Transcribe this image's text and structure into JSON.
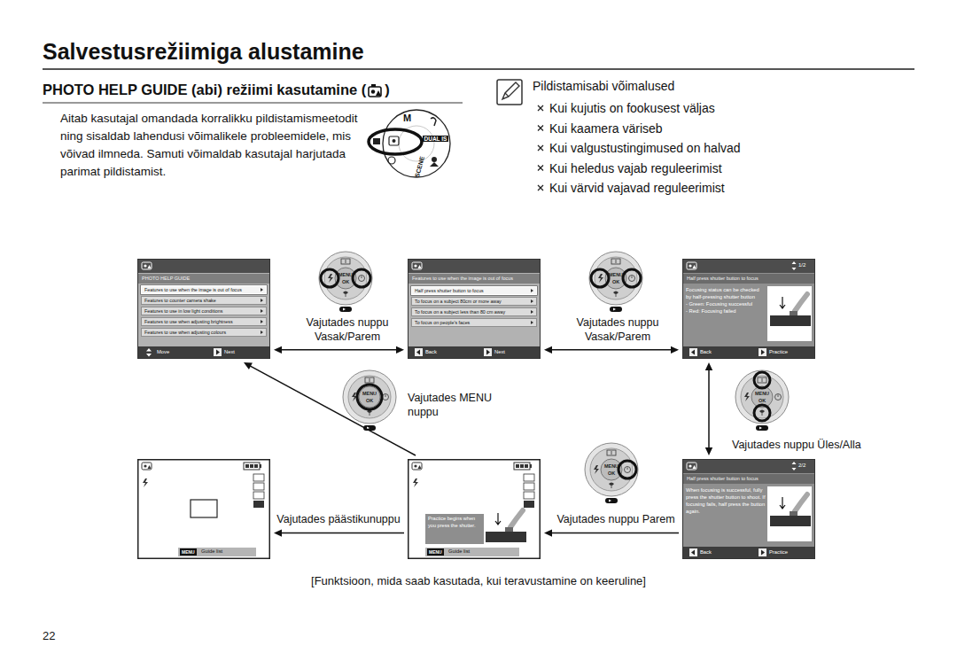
{
  "diagram": {
    "title": "Salvestusrežiimiga alustamine",
    "caption": "[Funktsioon, mida saab kasutada, kui teravustamine on keeruline]",
    "nodes": [
      {
        "text": [
          "PHOTO HELP GUIDE",
          "Features to use when the image is out of focus",
          "Features to counter camera shake",
          "Features to use in low light conditions",
          "Features to use when adjusting brightness",
          "Features to use when adjusting colours",
          "Move",
          "Next"
        ]
      },
      {
        "text": [
          "Features to use when the image is out of focus",
          "Half press shutter button to focus",
          "To focus on a subject 80cm or more away",
          "To focus on a subject less than 80 cm away",
          "To focus on people's faces",
          "Back",
          "Next"
        ]
      },
      {
        "text": [
          "1/2",
          "Half press shutter button to focus",
          "Focusing status can be checked by half-pressing shutter button",
          "- Green: Focusing successful",
          "- Red: Focusing failed",
          "Back",
          "Practice"
        ]
      },
      {
        "text": [
          "2/2",
          "Half press shutter button to focus",
          "When focusing is successful, fully press the shutter button to shoot. If focusing fails, half press the button again.",
          "Back",
          "Practice"
        ]
      },
      {
        "text": [
          "Practice begins when you press the shutter.",
          "MENU",
          "Guide list"
        ]
      },
      {
        "text": [
          "MENU",
          "Guide list"
        ]
      }
    ],
    "edges": [
      {
        "from": 0,
        "to": 1,
        "arrow": "both",
        "label": "Vajutades nuppu Vasak/Parem"
      },
      {
        "from": 1,
        "to": 2,
        "arrow": "both",
        "label": "Vajutades nuppu Vasak/Parem"
      },
      {
        "from": 2,
        "to": 3,
        "arrow": "both",
        "label": "Vajutades nuppu Üles/Alla"
      },
      {
        "from": 3,
        "to": 4,
        "arrow": "to",
        "label": "Vajutades nuppu Parem"
      },
      {
        "from": 4,
        "to": 5,
        "arrow": "to",
        "label": "Vajutades päästikunuppu"
      },
      {
        "from": 4,
        "to": 0,
        "arrow": "to",
        "label": "Vajutades MENU nuppu"
      }
    ],
    "labels": [
      "PHOTO HELP GUIDE (abi) režiimi kasutamine (",
      ")",
      "Aitab kasutajal omandada korralikku pildistamismeetodit ning sisaldab lahendusi võimalikele probleemidele, mis võivad ilmneda. Samuti võimaldab kasutajal harjutada parimat pildistamist.",
      "M",
      "SCENE",
      "DUAL IS",
      "Pildistamisabi võimalused",
      "Kui kujutis on fookusest väljas",
      "Kui kaamera väriseb",
      "Kui valgustustingimused on halvad",
      "Kui heledus vajab reguleerimist",
      "Kui värvid vajavad reguleerimist",
      "MENU",
      "OK",
      "MENU",
      "OK",
      "MENU",
      "OK",
      "MENU",
      "OK",
      "MENU",
      "OK",
      "22"
    ]
  }
}
